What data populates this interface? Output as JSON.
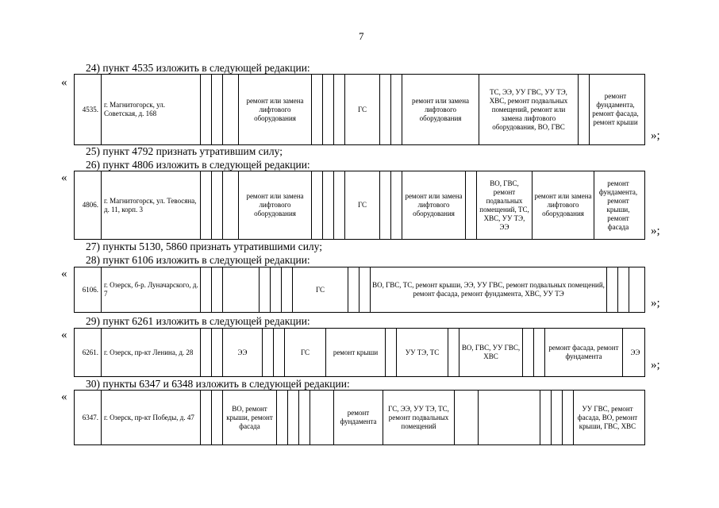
{
  "page_number": "7",
  "open_quote": "«",
  "close_quote": "»;",
  "items": [
    {
      "heading": "24) пункт 4535 изложить в следующей редакции:",
      "num": "4535.",
      "addr": "г. Магнитогорск, ул. Советская, д. 168",
      "work1": "ремонт или замена лифтового оборудования",
      "gs": "ГС",
      "work2": "ремонт или замена лифтового оборудования",
      "work3": "ТС, ЭЭ, УУ ГВС, УУ ТЭ, ХВС, ремонт подвальных помещений, ремонт или замена лифтового оборудования, ВО, ГВС",
      "work4": "ремонт фундамента, ремонт фасада, ремонт крыши"
    },
    {
      "heading": "25) пункт 4792 признать утратившим силу;"
    },
    {
      "heading": "26) пункт 4806 изложить в следующей редакции:",
      "num": "4806.",
      "addr": "г. Магнитогорск, ул. Тевосяна, д. 11, корп. 3",
      "work1": "ремонт или замена лифтового оборудования",
      "gs": "ГС",
      "work2": "ремонт или замена лифтового оборудования",
      "work3": "ВО, ГВС, ремонт подвальных помещений, ТС, ХВС, УУ ТЭ, ЭЭ",
      "work4": "ремонт или замена лифтового оборудования",
      "work5": "ремонт фундамента, ремонт крыши, ремонт фасада"
    },
    {
      "heading": "27) пункты 5130, 5860 признать утратившими силу;"
    },
    {
      "heading": "28) пункт 6106 изложить в следующей редакции:",
      "num": "6106.",
      "addr": "г. Озерск, б-р. Луначарского, д. 7",
      "gs": "ГС",
      "work1": "ВО, ГВС, ТС, ремонт крыши, ЭЭ, УУ ГВС, ремонт подвальных помещений, ремонт фасада, ремонт фундамента, ХВС, УУ ТЭ"
    },
    {
      "heading": "29) пункт 6261 изложить в следующей редакции:",
      "num": "6261.",
      "addr": "г. Озерск, пр-кт Ленина, д. 28",
      "ee1": "ЭЭ",
      "gs": "ГС",
      "work1": "ремонт крыши",
      "work2": "УУ ТЭ, ТС",
      "work3": "ВО, ГВС, УУ ГВС, ХВС",
      "work4": "ремонт фасада, ремонт фундамента",
      "ee2": "ЭЭ"
    },
    {
      "heading": "30) пункты 6347 и 6348 изложить в следующей редакции:",
      "num": "6347.",
      "addr": "г. Озерск, пр-кт Победы, д. 47",
      "work1": "ВО, ремонт крыши, ремонт фасада",
      "work2": "ремонт фундамента",
      "work3": "ГС, ЭЭ, УУ ТЭ, ТС, ремонт подвальных помещений",
      "work4": "УУ ГВС, ремонт фасада, ВО, ремонт крыши, ГВС, ХВС"
    }
  ]
}
